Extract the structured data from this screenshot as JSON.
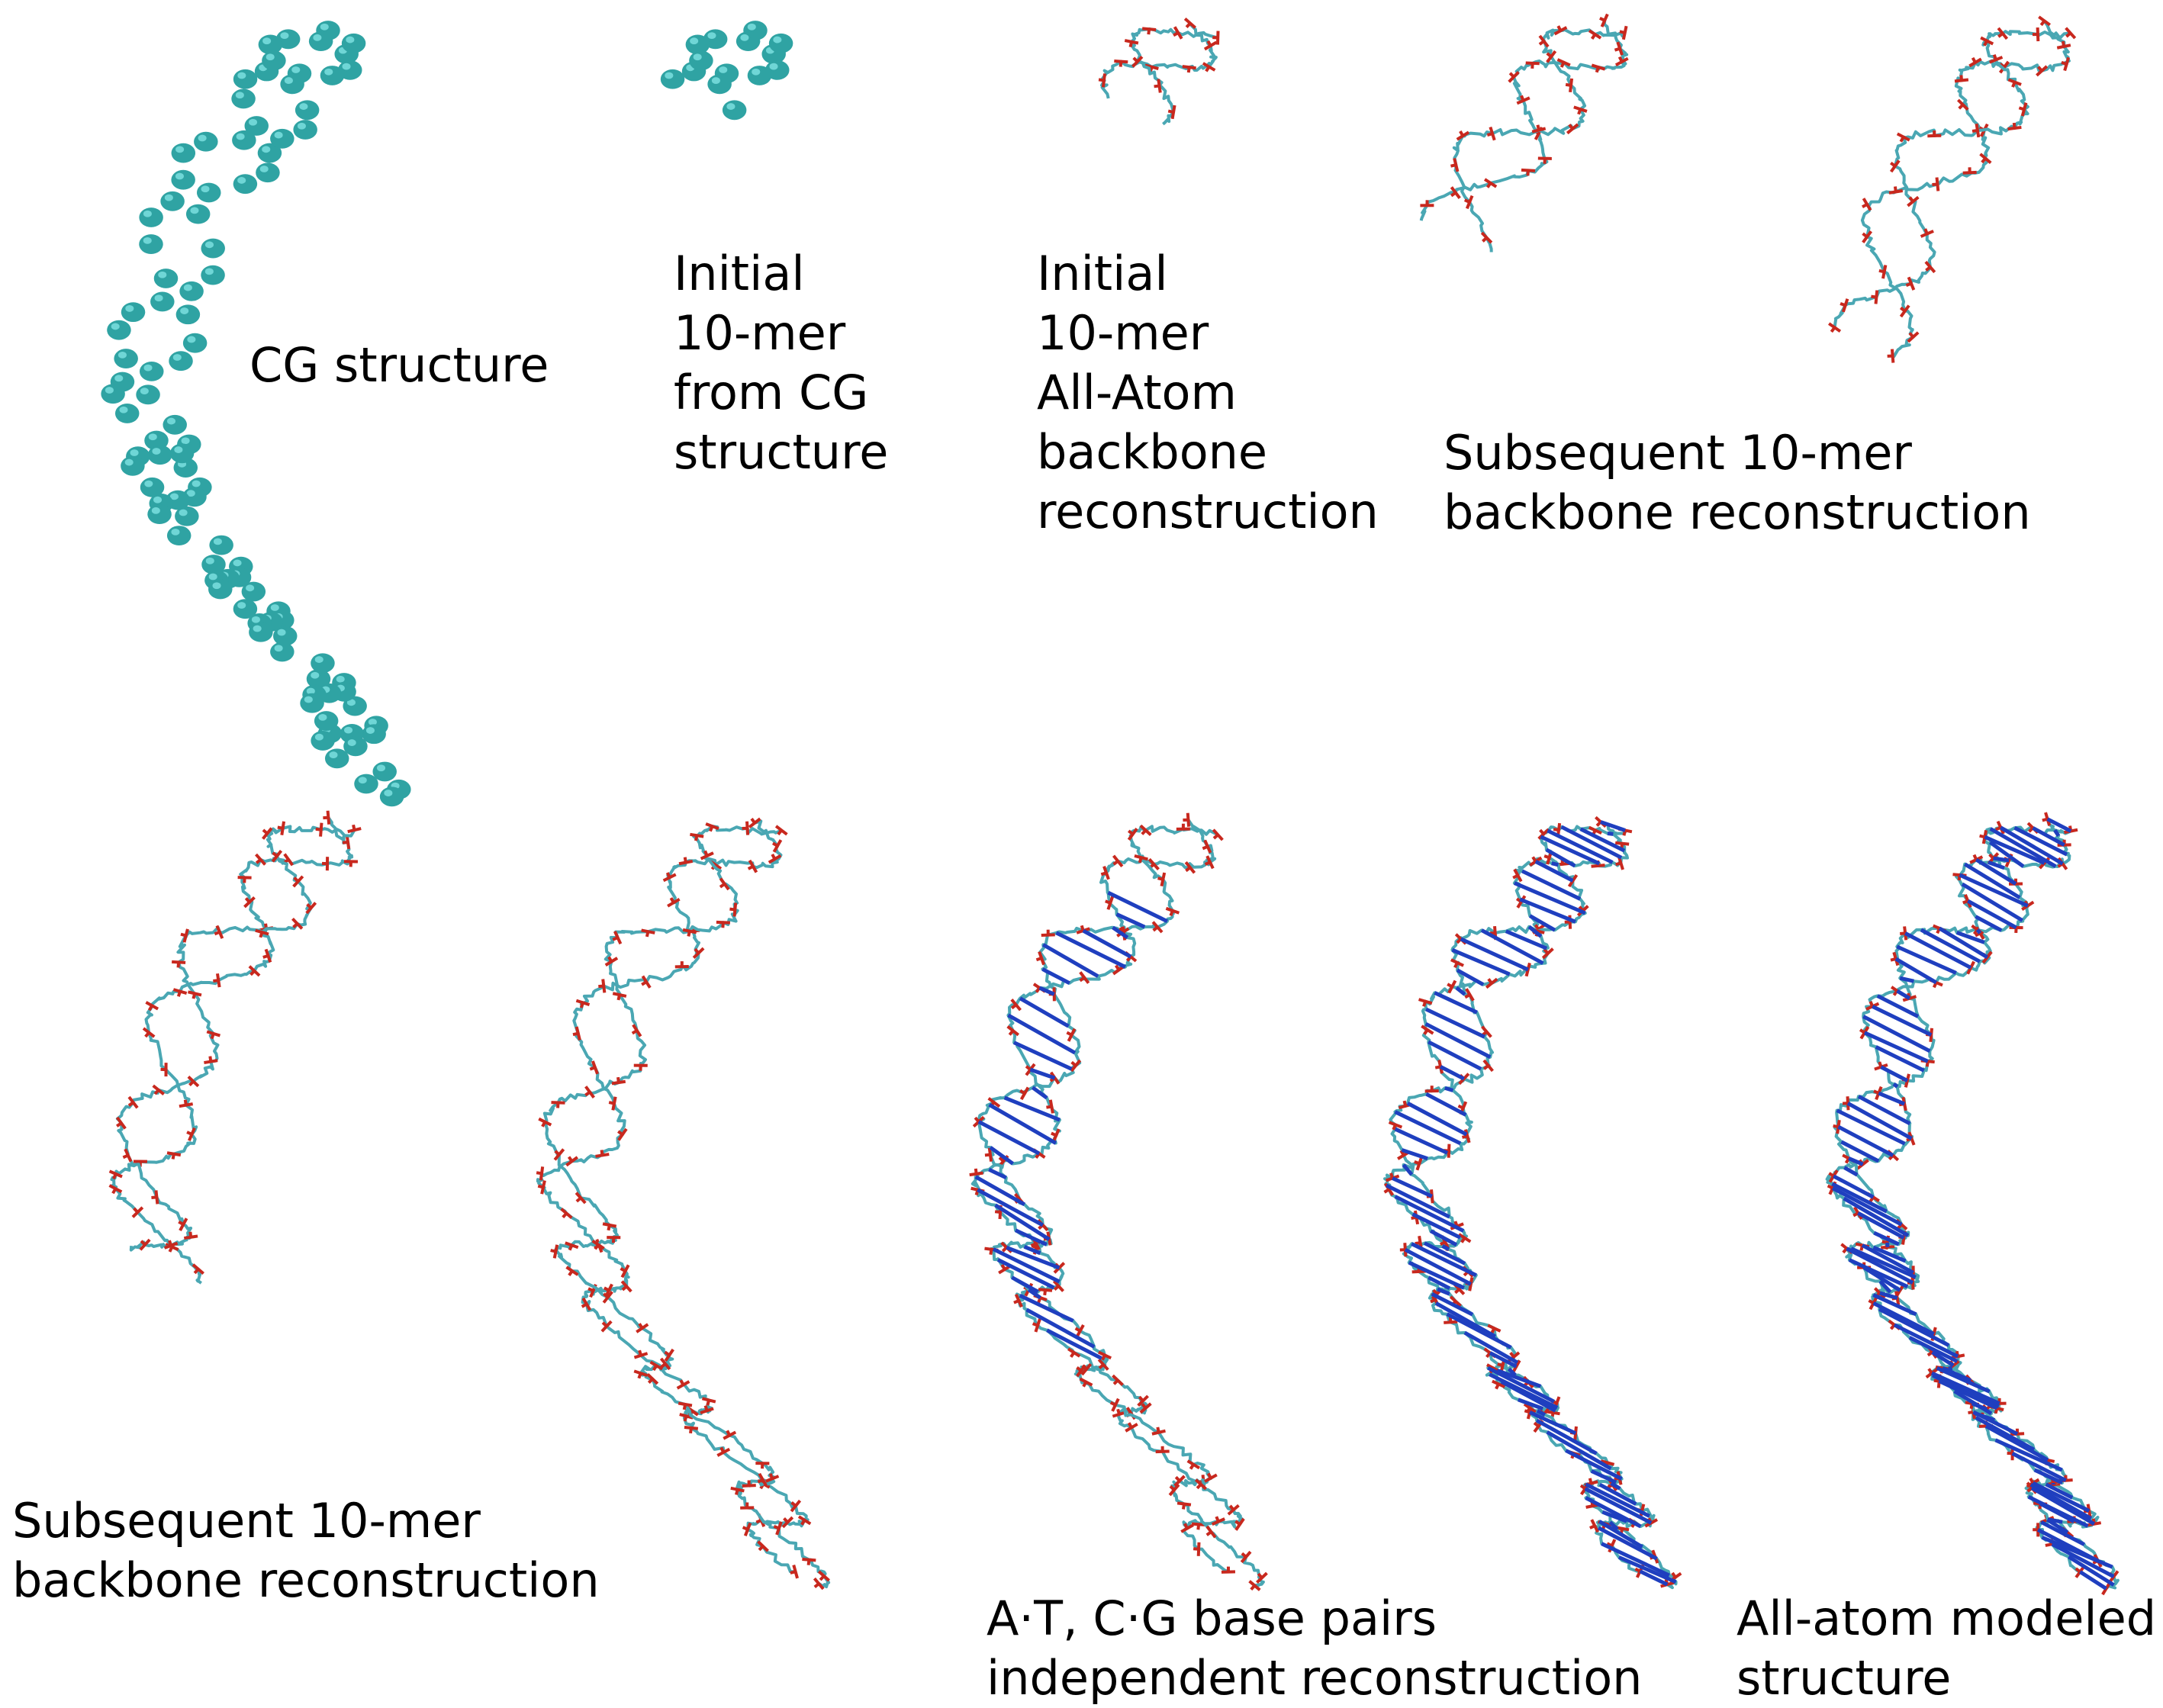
{
  "colors": {
    "cg_bead": "#2fa3a3",
    "cg_bead_highlight": "#6fd6d6",
    "backbone_carbon": "#4aa7b3",
    "backbone_oxygen": "#c8281e",
    "base_pair": "#1f3fbf",
    "background": "#ffffff",
    "text": "#000000"
  },
  "panels": [
    {
      "id": "cg",
      "caption": "CG structure",
      "representation": "coarse-grained beads"
    },
    {
      "id": "initial-cg",
      "caption": "Initial\n10-mer\nfrom CG\nstructure",
      "representation": "coarse-grained beads"
    },
    {
      "id": "initial-aa",
      "caption": "Initial\n10-mer\nAll-Atom\nbackbone\nreconstruction",
      "representation": "all-atom backbone"
    },
    {
      "id": "subsequent-top",
      "caption": "Subsequent 10-mer\nbackbone reconstruction",
      "representation": "all-atom backbone"
    },
    {
      "id": "backbone-2",
      "caption": "",
      "representation": "all-atom backbone"
    },
    {
      "id": "subsequent-bottom",
      "caption": "Subsequent 10-mer\nbackbone reconstruction",
      "representation": "all-atom backbone"
    },
    {
      "id": "backbone-full",
      "caption": "",
      "representation": "all-atom backbone"
    },
    {
      "id": "bases-partial",
      "caption": "A·T, C·G base pairs\nindependent reconstruction",
      "representation": "backbone with base pairs"
    },
    {
      "id": "bases-more",
      "caption": "",
      "representation": "backbone with base pairs"
    },
    {
      "id": "final",
      "caption": "All-atom modeled\nstructure",
      "representation": "backbone with base pairs"
    }
  ]
}
